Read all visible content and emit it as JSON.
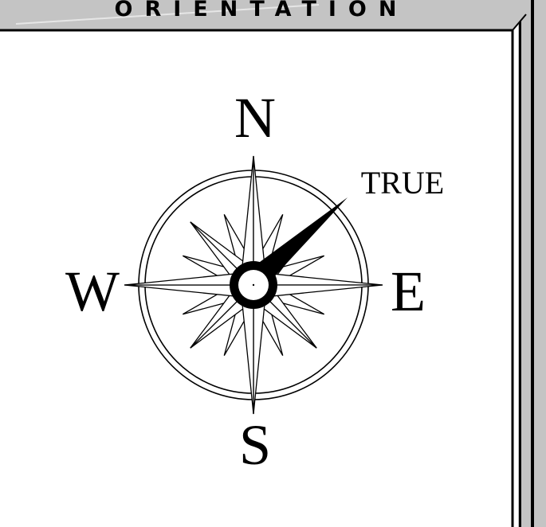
{
  "title": "ORIENTATION",
  "compass": {
    "north": "N",
    "south": "S",
    "east": "E",
    "west": "W",
    "needle_label": "TRUE"
  },
  "colors": {
    "frame_gray": "#c4c4c4",
    "ink": "#000000",
    "panel": "#ffffff"
  },
  "icons": {
    "compass": "compass-rose-icon",
    "needle": "needle-icon"
  }
}
